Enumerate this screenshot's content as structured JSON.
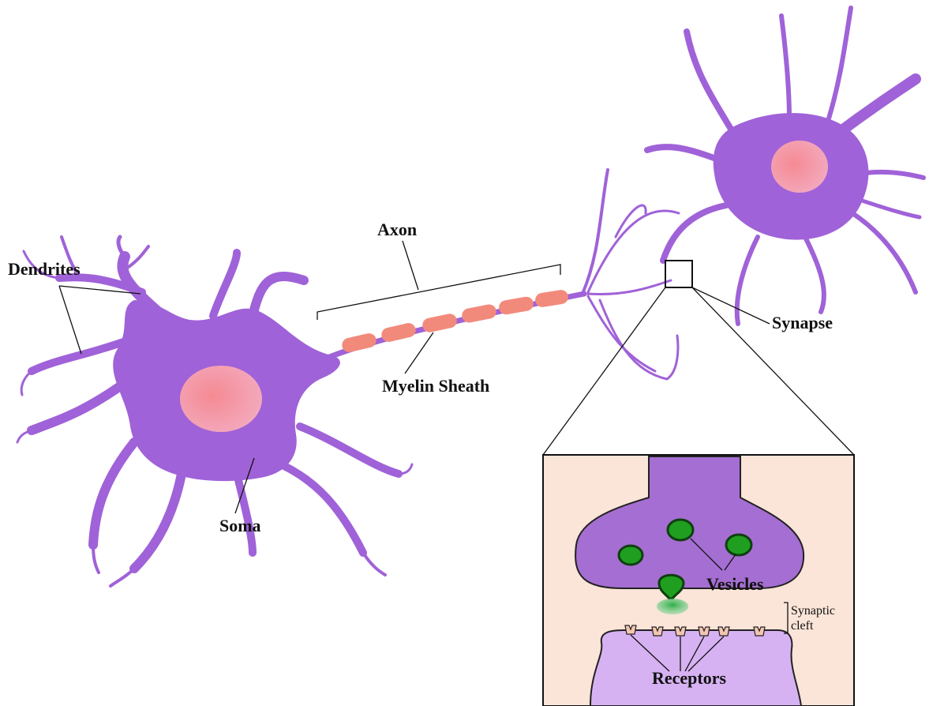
{
  "labels": {
    "dendrites": "Dendrites",
    "axon": "Axon",
    "myelin_sheath": "Myelin Sheath",
    "soma": "Soma",
    "synapse": "Synapse",
    "vesicles": "Vesicles",
    "synaptic_cleft_line1": "Synaptic",
    "synaptic_cleft_line2": "cleft",
    "receptors": "Receptors"
  },
  "colors": {
    "neuron": "#a062d8",
    "nucleus": "#f07f8c",
    "myelin": "#f28a7c",
    "inset_background": "#fbe4d8",
    "presynaptic_terminal": "#a56ed2",
    "postsynaptic_membrane": "#d7b2f2",
    "vesicle": "#1f9e1f",
    "receptor": "#f4c6b2"
  }
}
